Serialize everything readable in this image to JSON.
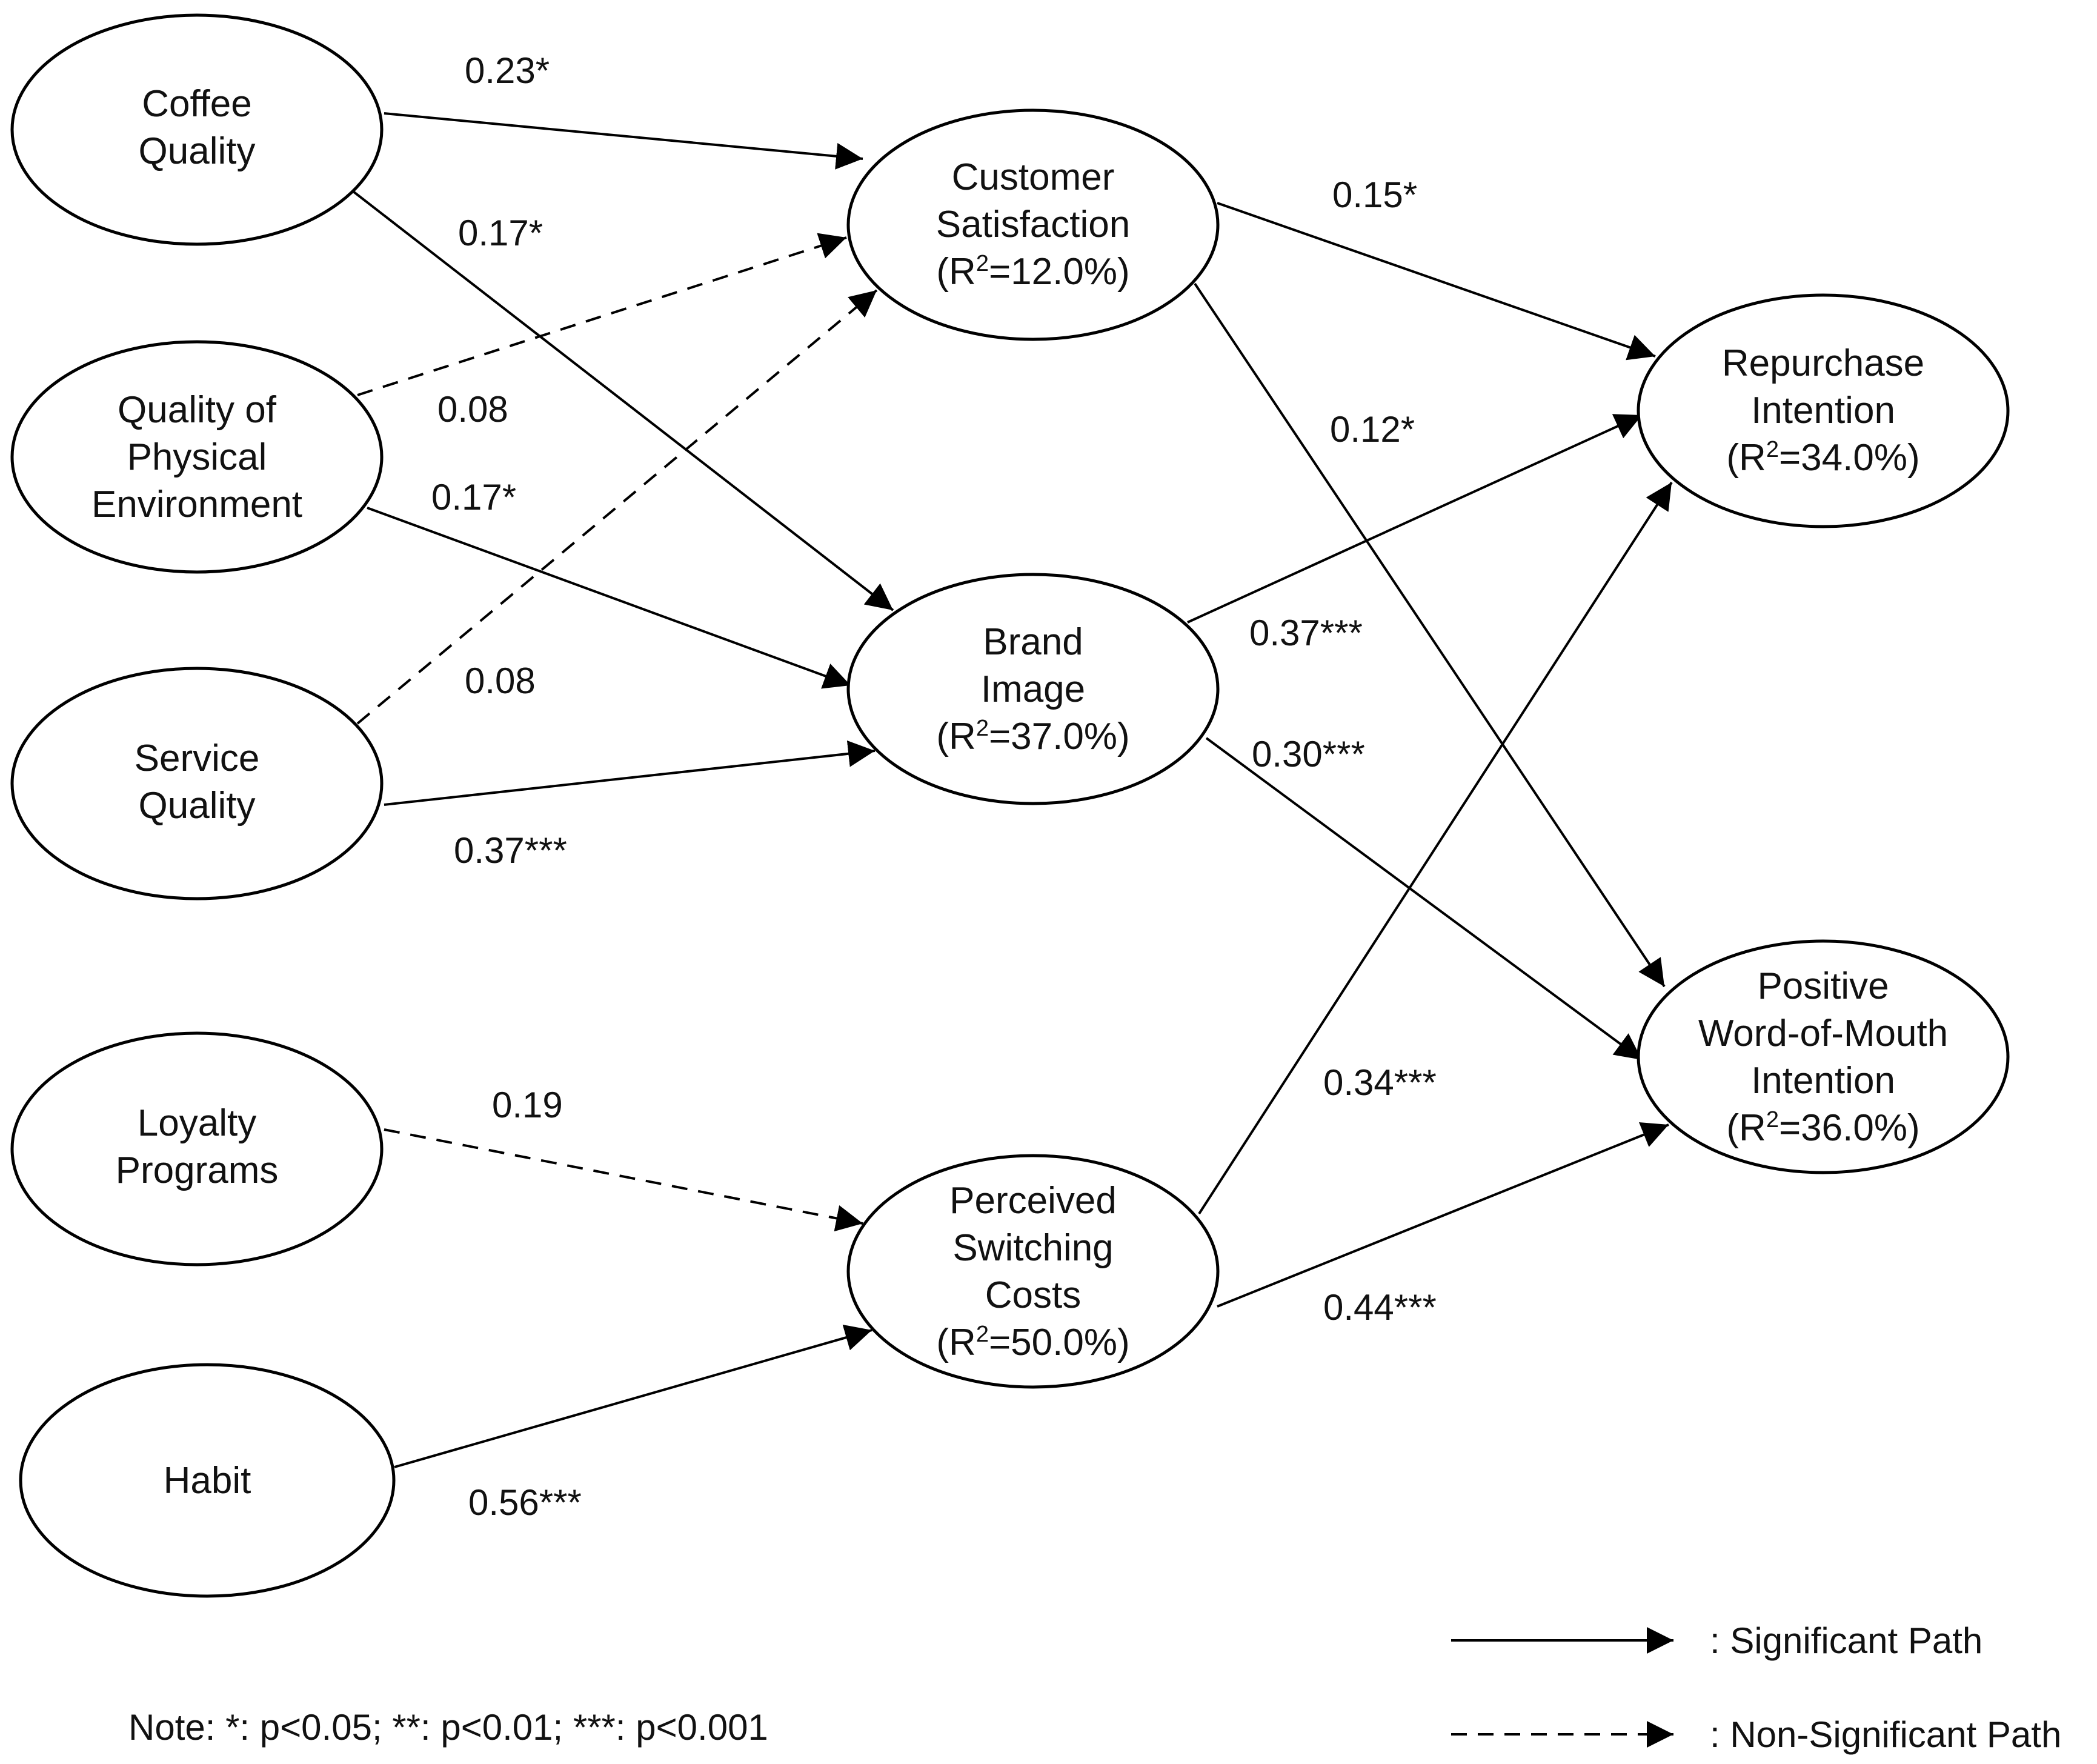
{
  "nodes": {
    "coffee_quality": {
      "lines": [
        "Coffee",
        "Quality"
      ]
    },
    "physical_env": {
      "lines": [
        "Quality of",
        "Physical",
        "Environment"
      ]
    },
    "service_quality": {
      "lines": [
        "Service",
        "Quality"
      ]
    },
    "loyalty_programs": {
      "lines": [
        "Loyalty",
        "Programs"
      ]
    },
    "habit": {
      "lines": [
        "Habit"
      ]
    },
    "customer_satisfaction": {
      "lines": [
        "Customer",
        "Satisfaction"
      ],
      "r2": "=12.0%)"
    },
    "brand_image": {
      "lines": [
        "Brand",
        "Image"
      ],
      "r2": "=37.0%)"
    },
    "switching_costs": {
      "lines": [
        "Perceived",
        "Switching",
        "Costs"
      ],
      "r2": "=50.0%)"
    },
    "repurchase_intention": {
      "lines": [
        "Repurchase",
        "Intention"
      ],
      "r2": "=34.0%)"
    },
    "wom_intention": {
      "lines": [
        "Positive",
        "Word-of-Mouth",
        "Intention"
      ],
      "r2": "=36.0%)"
    }
  },
  "r2_prefix": "(R",
  "r2_sup": "2",
  "paths": [
    {
      "from": "coffee_quality",
      "to": "customer_satisfaction",
      "coef": "0.23*",
      "significant": true
    },
    {
      "from": "coffee_quality",
      "to": "brand_image",
      "coef": "0.17*",
      "significant": true
    },
    {
      "from": "physical_env",
      "to": "customer_satisfaction",
      "coef": "0.08",
      "significant": false
    },
    {
      "from": "physical_env",
      "to": "brand_image",
      "coef": "0.17*",
      "significant": true
    },
    {
      "from": "service_quality",
      "to": "customer_satisfaction",
      "coef": "0.08",
      "significant": false
    },
    {
      "from": "service_quality",
      "to": "brand_image",
      "coef": "0.37***",
      "significant": true
    },
    {
      "from": "customer_satisfaction",
      "to": "repurchase_intention",
      "coef": "0.15*",
      "significant": true
    },
    {
      "from": "customer_satisfaction",
      "to": "wom_intention",
      "coef": "0.12*",
      "significant": true
    },
    {
      "from": "brand_image",
      "to": "repurchase_intention",
      "coef": "0.37***",
      "significant": true
    },
    {
      "from": "brand_image",
      "to": "wom_intention",
      "coef": "0.30***",
      "significant": true
    },
    {
      "from": "loyalty_programs",
      "to": "switching_costs",
      "coef": "0.19",
      "significant": false
    },
    {
      "from": "habit",
      "to": "switching_costs",
      "coef": "0.56***",
      "significant": true
    },
    {
      "from": "switching_costs",
      "to": "repurchase_intention",
      "coef": "0.34***",
      "significant": true
    },
    {
      "from": "switching_costs",
      "to": "wom_intention",
      "coef": "0.44***",
      "significant": true
    }
  ],
  "legend": {
    "significant": ": Significant Path",
    "non_significant": ": Non-Significant Path"
  },
  "note": "Note: *: p<0.05; **: p<0.01; ***: p<0.001",
  "colors": {
    "line": "#000000",
    "text": "#111111",
    "background": "#ffffff"
  }
}
